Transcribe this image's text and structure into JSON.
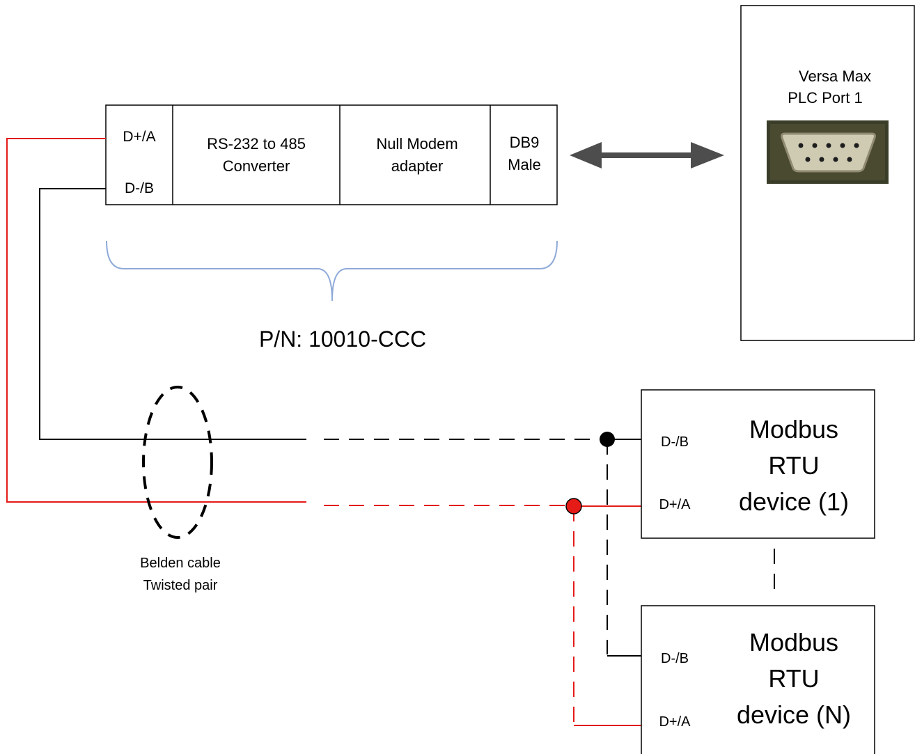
{
  "converter": {
    "terminal_a": "D+/A",
    "terminal_b": "D-/B",
    "converter_line1": "RS-232 to 485",
    "converter_line2": "Converter",
    "null_modem_line1": "Null Modem",
    "null_modem_line2": "adapter",
    "db9_line1": "DB9",
    "db9_line2": "Male",
    "part_number": "P/N: 10010-CCC"
  },
  "plc": {
    "title_line1": "Versa Max",
    "title_line2": "PLC Port 1"
  },
  "cable": {
    "label_line1": "Belden cable",
    "label_line2": "Twisted pair"
  },
  "devices": [
    {
      "terminal_b": "D-/B",
      "terminal_a": "D+/A",
      "line1": "Modbus",
      "line2": "RTU",
      "line3": "device (1)"
    },
    {
      "terminal_b": "D-/B",
      "terminal_a": "D+/A",
      "line1": "Modbus",
      "line2": "RTU",
      "line3": "device (N)"
    }
  ],
  "colors": {
    "wire_a": "#e41b17",
    "wire_b": "#000000",
    "arrow": "#4d4d4d",
    "brace": "#8eaad8"
  }
}
